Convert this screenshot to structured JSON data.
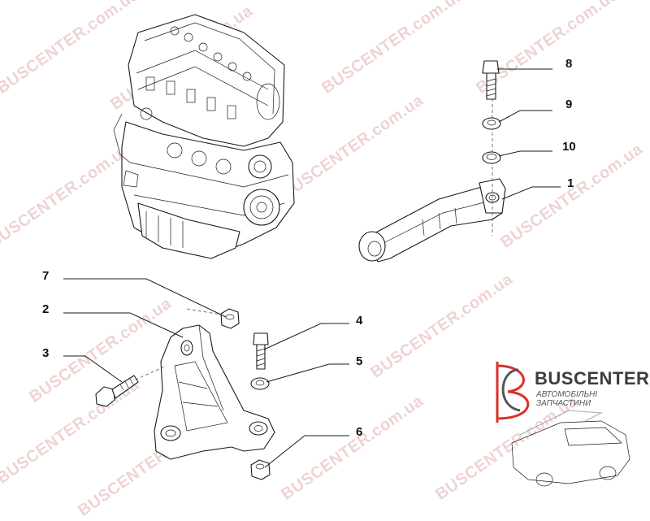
{
  "diagram": {
    "callouts": [
      {
        "id": "c8",
        "label": "8"
      },
      {
        "id": "c9",
        "label": "9"
      },
      {
        "id": "c10",
        "label": "10"
      },
      {
        "id": "c1",
        "label": "1"
      },
      {
        "id": "c7",
        "label": "7"
      },
      {
        "id": "c2",
        "label": "2"
      },
      {
        "id": "c3",
        "label": "3"
      },
      {
        "id": "c4",
        "label": "4"
      },
      {
        "id": "c5",
        "label": "5"
      },
      {
        "id": "c6",
        "label": "6"
      }
    ],
    "parts": [
      {
        "id": "engine-block-illustration"
      },
      {
        "id": "torque-rod-mount"
      },
      {
        "id": "engine-bracket"
      },
      {
        "id": "bolt"
      },
      {
        "id": "washer"
      },
      {
        "id": "nut"
      }
    ]
  },
  "branding": {
    "logo_title": "BUSCENTER",
    "logo_subtitle": "АВТОМОБІЛЬНІ ЗАПЧАСТИНИ",
    "watermark": "BUSCENTER.com.ua",
    "watermark_color": "#d98a8a",
    "logo_accent": "#d9302c"
  }
}
